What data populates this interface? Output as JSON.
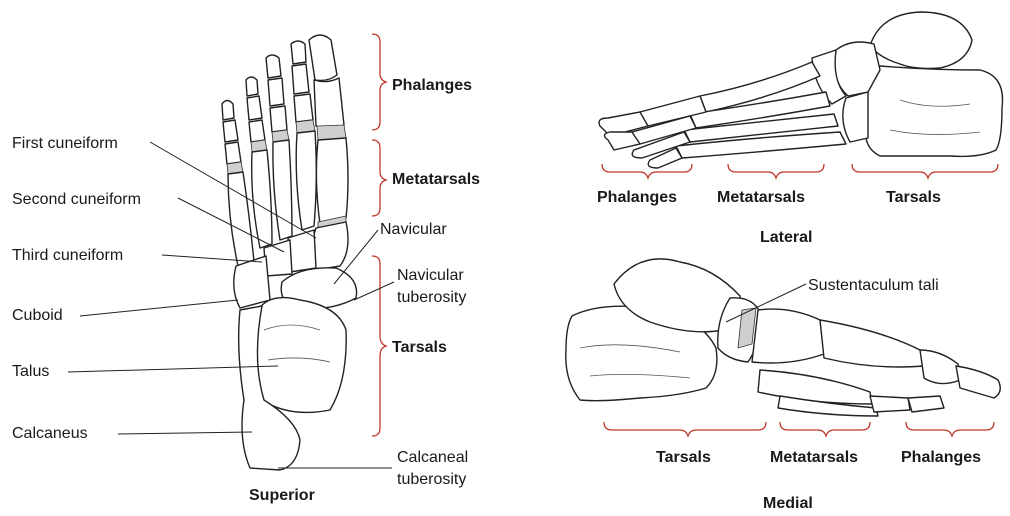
{
  "views": {
    "superior": {
      "caption": "Superior",
      "labels": {
        "first_cuneiform": "First cuneiform",
        "second_cuneiform": "Second cuneiform",
        "third_cuneiform": "Third cuneiform",
        "cuboid": "Cuboid",
        "talus": "Talus",
        "calcaneus": "Calcaneus",
        "navicular": "Navicular",
        "navicular_tuberosity_line1": "Navicular",
        "navicular_tuberosity_line2": "tuberosity",
        "calcaneal_tuberosity_line1": "Calcaneal",
        "calcaneal_tuberosity_line2": "tuberosity"
      },
      "groups": {
        "phalanges": "Phalanges",
        "metatarsals": "Metatarsals",
        "tarsals": "Tarsals"
      }
    },
    "lateral": {
      "caption": "Lateral",
      "groups": {
        "phalanges": "Phalanges",
        "metatarsals": "Metatarsals",
        "tarsals": "Tarsals"
      }
    },
    "medial": {
      "caption": "Medial",
      "labels": {
        "sustentaculum_tali": "Sustentaculum tali"
      },
      "groups": {
        "tarsals": "Tarsals",
        "metatarsals": "Metatarsals",
        "phalanges": "Phalanges"
      }
    }
  },
  "colors": {
    "brace": "#c0392b",
    "joint": "#cfcfcf",
    "outline": "#222222"
  }
}
